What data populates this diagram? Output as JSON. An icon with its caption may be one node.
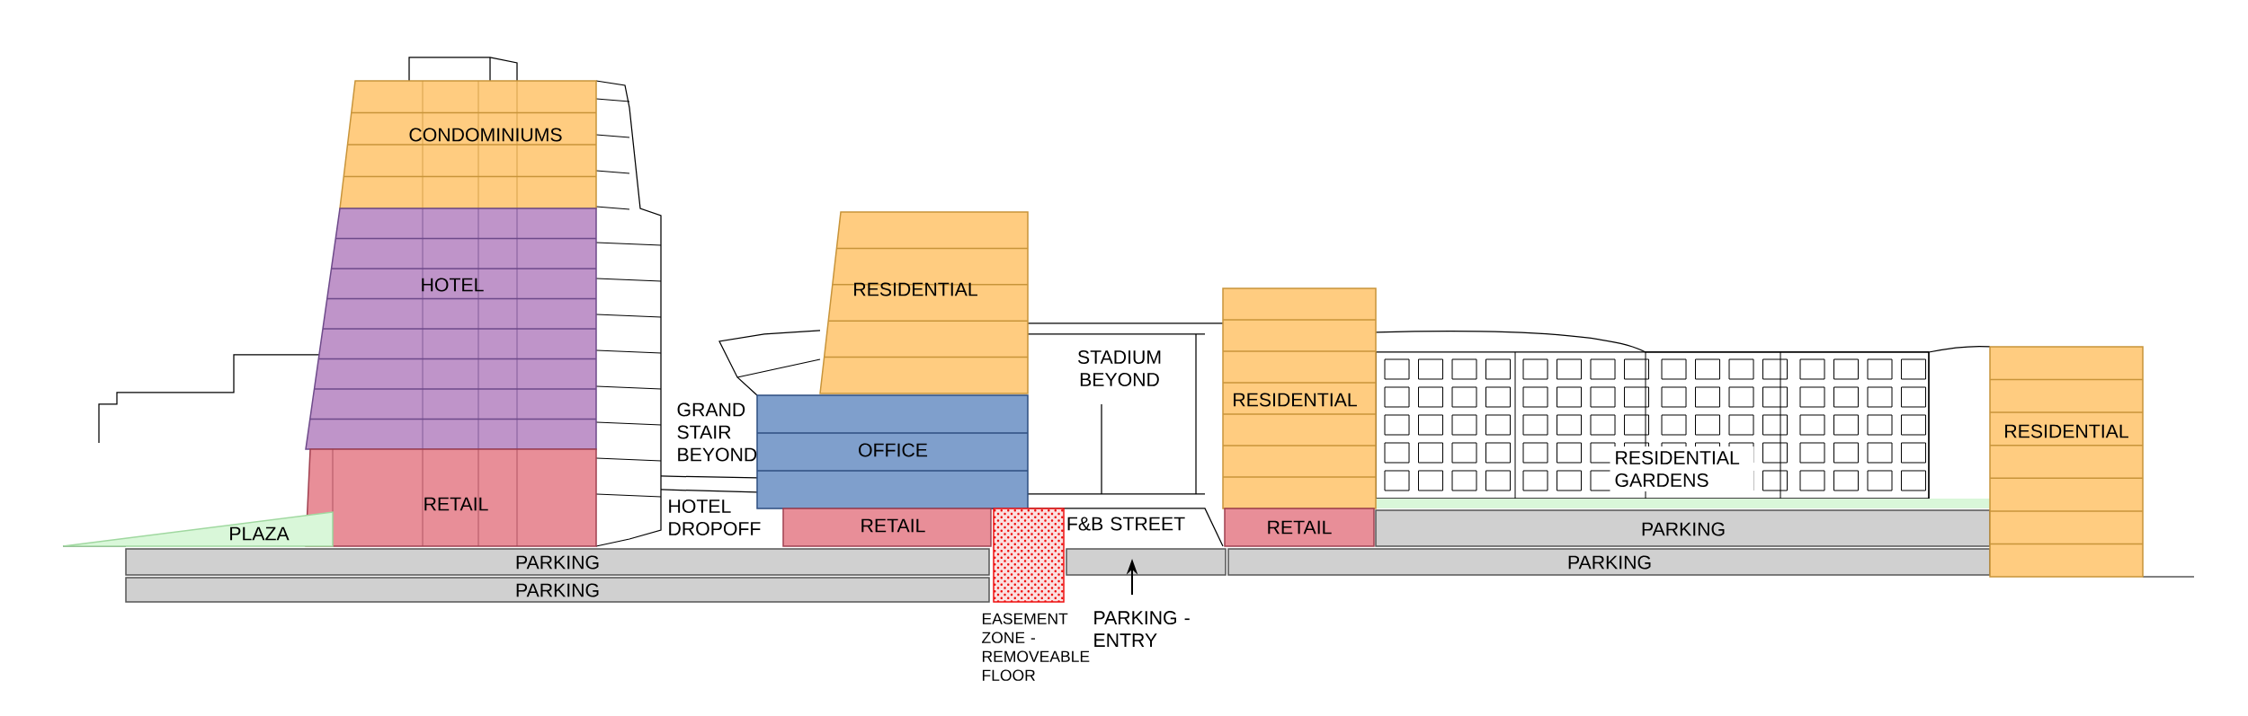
{
  "diagram": {
    "nodes": [
      {
        "text": [
          "CONDOMINIUMS"
        ]
      },
      {
        "text": [
          "HOTEL"
        ]
      },
      {
        "text": [
          "RETAIL"
        ]
      },
      {
        "text": [
          "PLAZA"
        ]
      },
      {
        "text": [
          "PARKING"
        ]
      },
      {
        "text": [
          "PARKING"
        ]
      },
      {
        "text": [
          "RESIDENTIAL"
        ]
      },
      {
        "text": [
          "OFFICE"
        ]
      },
      {
        "text": [
          "RETAIL"
        ]
      },
      {
        "text": [],
        "shape": "box",
        "beside": [
          "EASEMENT ZONE - REMOVEABLE FLOOR"
        ]
      },
      {
        "text": [],
        "shape": "box"
      },
      {
        "text": [
          "RESIDENTIAL"
        ]
      },
      {
        "text": [
          "RETAIL"
        ]
      },
      {
        "text": [
          "PARKING"
        ]
      },
      {
        "text": [
          "PARKING"
        ]
      },
      {
        "text": [
          "RESIDENTIAL"
        ]
      }
    ],
    "labels": [
      "GRAND STAIR BEYOND",
      "STADIUM BEYOND",
      "HOTEL DROPOFF",
      "F&B STREET",
      "RESIDENTIAL GARDENS",
      "PARKING - ENTRY"
    ]
  }
}
